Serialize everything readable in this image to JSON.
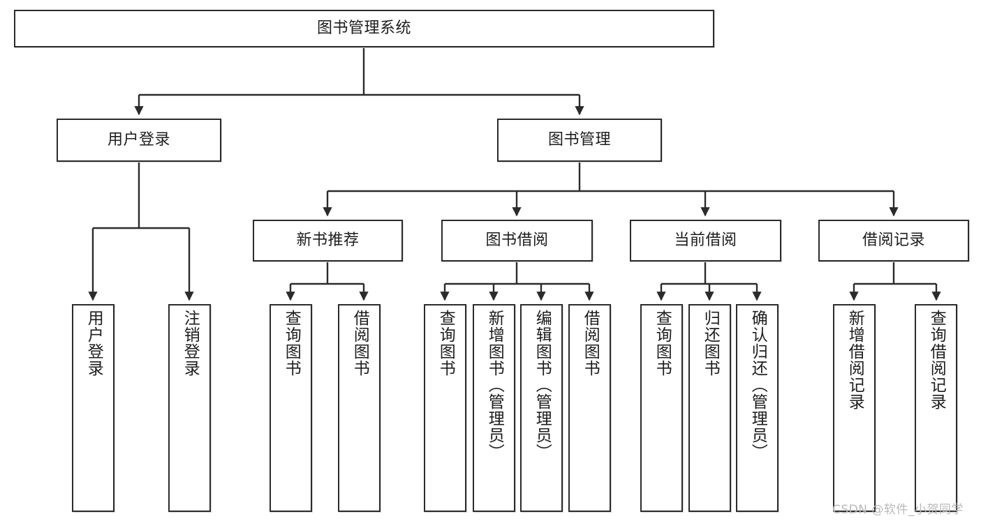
{
  "diagram": {
    "title": "图书管理系统",
    "type": "tree",
    "colors": {
      "node_border": "#2b2b2b",
      "node_fill": "#ffffff",
      "edge": "#2b2b2b",
      "watermark": "#b9b9b9",
      "background": "#ffffff"
    },
    "watermark": "CSDN @软件_小贺同学",
    "root": {
      "label": "图书管理系统"
    },
    "level1": [
      {
        "label": "用户登录"
      },
      {
        "label": "图书管理"
      }
    ],
    "level2": [
      {
        "label": "新书推荐"
      },
      {
        "label": "图书借阅"
      },
      {
        "label": "当前借阅"
      },
      {
        "label": "借阅记录"
      }
    ],
    "leaves": {
      "user_login": [
        {
          "label": "用户登录"
        },
        {
          "label": "注销登录"
        }
      ],
      "new_book_recommend": [
        {
          "label": "查询图书"
        },
        {
          "label": "借阅图书"
        }
      ],
      "book_borrow": [
        {
          "label": "查询图书"
        },
        {
          "label": "新增图书（管理员）"
        },
        {
          "label": "编辑图书（管理员）"
        },
        {
          "label": "借阅图书"
        }
      ],
      "current_borrow": [
        {
          "label": "查询图书"
        },
        {
          "label": "归还图书"
        },
        {
          "label": "确认归还（管理员）"
        }
      ],
      "borrow_record": [
        {
          "label": "新增借阅记录"
        },
        {
          "label": "查询借阅记录"
        }
      ]
    }
  }
}
